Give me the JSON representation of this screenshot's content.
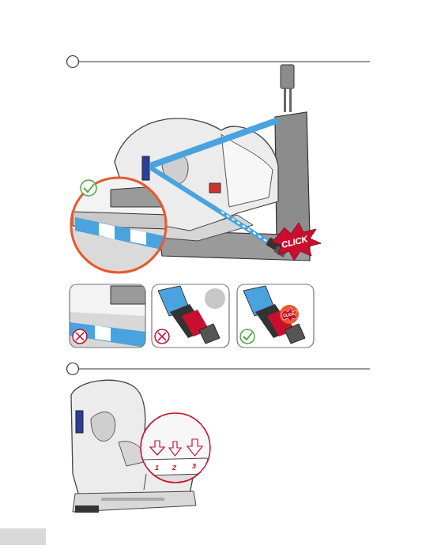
{
  "diagram": {
    "labels": [
      "CLICK",
      "CLICK",
      "1",
      "2",
      "3"
    ]
  }
}
